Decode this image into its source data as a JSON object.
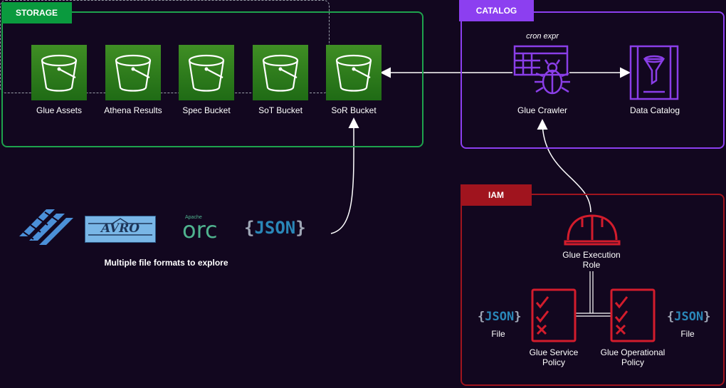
{
  "groups": {
    "storage": "STORAGE",
    "catalog": "CATALOG",
    "iam": "IAM"
  },
  "buckets": [
    {
      "label": "Glue Assets"
    },
    {
      "label": "Athena Results"
    },
    {
      "label": "Spec Bucket"
    },
    {
      "label": "SoT Bucket"
    },
    {
      "label": "SoR Bucket"
    }
  ],
  "catalog": {
    "crawler_schedule": "cron expr",
    "crawler_label": "Glue Crawler",
    "data_catalog_label": "Data Catalog"
  },
  "formats": {
    "caption": "Multiple file formats to explore",
    "avro_text": "AVRO",
    "orc_small": "Apache",
    "orc_text": "orc",
    "json_text": "JSON",
    "json_open": "{",
    "json_close": "}"
  },
  "iam": {
    "role_label_line1": "Glue Execution",
    "role_label_line2": "Role",
    "service_policy_line1": "Glue Service",
    "service_policy_line2": "Policy",
    "operational_policy_line1": "Glue Operational",
    "operational_policy_line2": "Policy",
    "left_file_label": "File",
    "right_file_label": "File"
  },
  "colors": {
    "background": "#12071f",
    "storage": "#1ea34d",
    "catalog": "#8c3ff0",
    "iam": "#a0141e",
    "icon_red": "#d31c2c",
    "icon_purple": "#8a3ee8"
  }
}
